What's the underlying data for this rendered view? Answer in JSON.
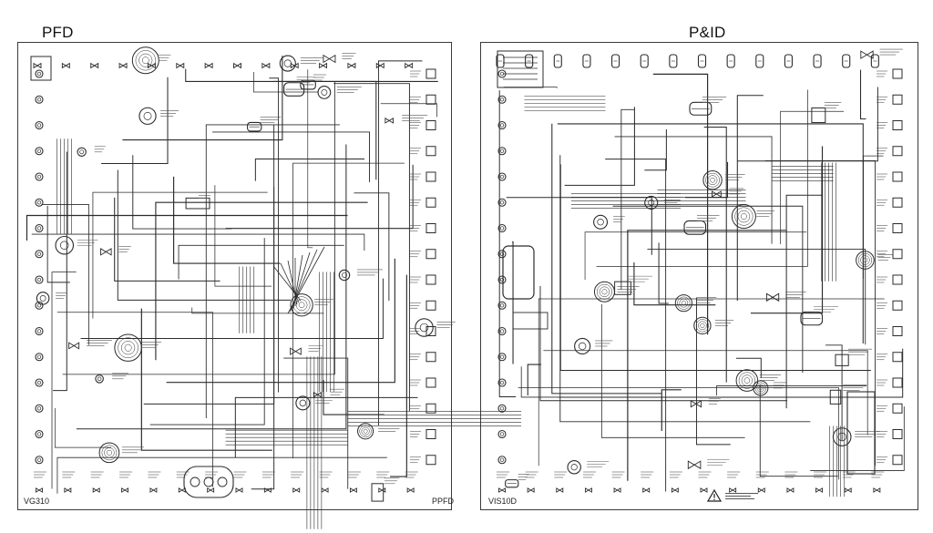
{
  "left_title": "PFD",
  "right_title": "P&ID",
  "left_footer_left": "VG310",
  "left_footer_right": "PPFD",
  "right_footer_left": "VIS10D",
  "colors": {
    "line": "#2b2b2b",
    "panel_border": "#3a3a3a",
    "background": "#ffffff"
  }
}
